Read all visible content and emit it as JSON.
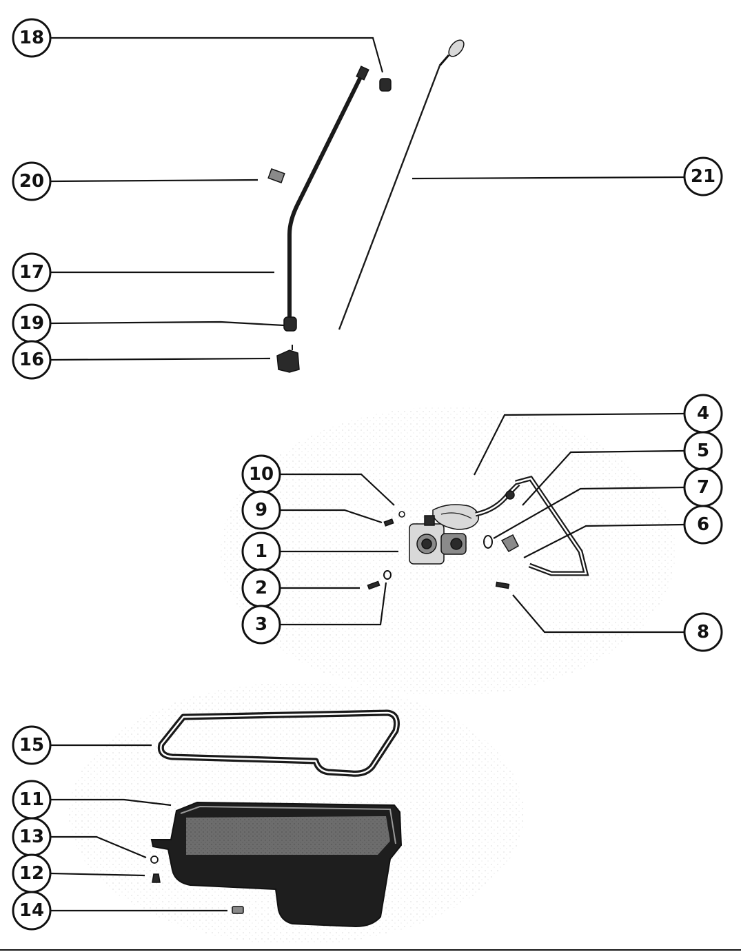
{
  "callouts": [
    {
      "id": "18",
      "label": "18"
    },
    {
      "id": "20",
      "label": "20"
    },
    {
      "id": "21",
      "label": "21"
    },
    {
      "id": "17",
      "label": "17"
    },
    {
      "id": "19",
      "label": "19"
    },
    {
      "id": "16",
      "label": "16"
    },
    {
      "id": "4",
      "label": "4"
    },
    {
      "id": "5",
      "label": "5"
    },
    {
      "id": "7",
      "label": "7"
    },
    {
      "id": "6",
      "label": "6"
    },
    {
      "id": "10",
      "label": "10"
    },
    {
      "id": "9",
      "label": "9"
    },
    {
      "id": "1",
      "label": "1"
    },
    {
      "id": "2",
      "label": "2"
    },
    {
      "id": "3",
      "label": "3"
    },
    {
      "id": "8",
      "label": "8"
    },
    {
      "id": "15",
      "label": "15"
    },
    {
      "id": "11",
      "label": "11"
    },
    {
      "id": "13",
      "label": "13"
    },
    {
      "id": "12",
      "label": "12"
    },
    {
      "id": "14",
      "label": "14"
    }
  ],
  "colors": {
    "ink": "#111111",
    "paper": "#ffffff",
    "part_dark": "#2a2a2a",
    "part_light": "#d9d9d9"
  }
}
